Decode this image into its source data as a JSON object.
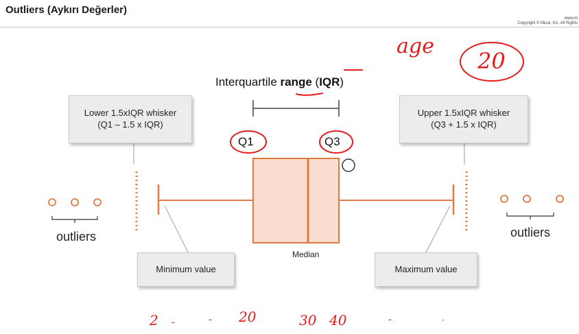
{
  "header": {
    "title": "Outliers (Aykırı Değerler)",
    "copyright_line1": "www.m",
    "copyright_line2": "Copyright © Miuul, Inc. All Rights"
  },
  "diagram": {
    "iqr_title_prefix": "Interquartile ",
    "iqr_title_bold": "range",
    "iqr_title_mid": " (",
    "iqr_title_abbr": "IQR",
    "iqr_title_suffix": ")",
    "q1_label": "Q1",
    "q3_label": "Q3",
    "median_label": "Median",
    "lower_whisker_line1": "Lower 1.5xIQR whisker",
    "lower_whisker_line2": "(Q1 – 1.5 x IQR)",
    "upper_whisker_line1": "Upper 1.5xIQR whisker",
    "upper_whisker_line2": "(Q3 + 1.5 x IQR)",
    "minimum_label": "Minimum value",
    "maximum_label": "Maximum value",
    "outliers_left": "outliers",
    "outliers_right": "outliers",
    "colors": {
      "box_fill": "#f9ddd0",
      "box_stroke": "#e07a40",
      "accent": "#e07a40",
      "annotation": "#e21b1b"
    }
  },
  "handwriting": {
    "age_word": "age",
    "age_value": "20",
    "bottom_values": [
      "2",
      "20",
      "30",
      "40"
    ]
  }
}
